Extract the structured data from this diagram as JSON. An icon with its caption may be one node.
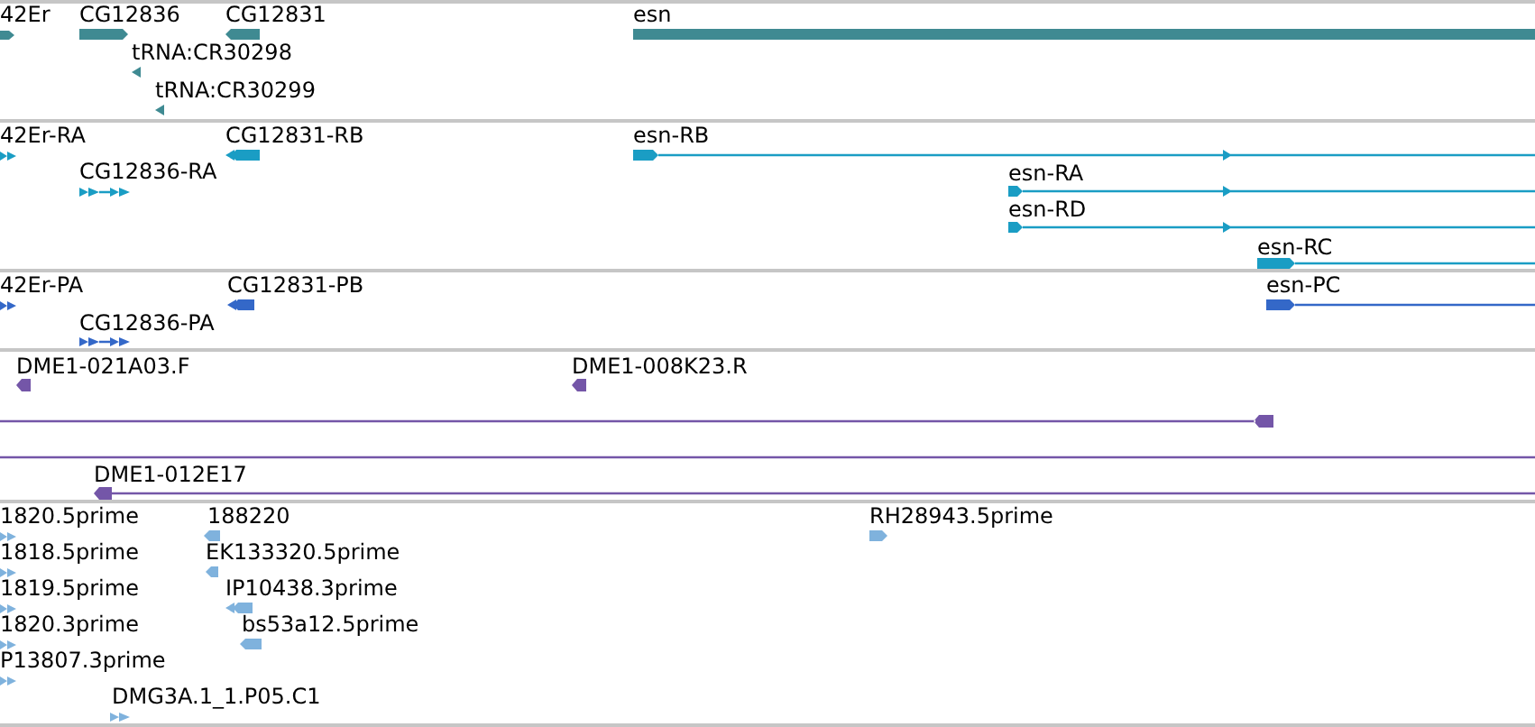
{
  "diagram": {
    "labels": [
      "42Er",
      "CG12836",
      "CG12831",
      "esn",
      "tRNA:CR30298",
      "tRNA:CR30299",
      "42Er-RA",
      "CG12831-RB",
      "esn-RB",
      "CG12836-RA",
      "esn-RA",
      "esn-RD",
      "esn-RC",
      "42Er-PA",
      "CG12831-PB",
      "esn-PC",
      "CG12836-PA",
      "DME1-021A03.F",
      "DME1-008K23.R",
      "DME1-012E17",
      "1820.5prime",
      "188220",
      "RH28943.5prime",
      "1818.5prime",
      "EK133320.5prime",
      "1819.5prime",
      "IP10438.3prime",
      "1820.3prime",
      "bs53a12.5prime",
      "P13807.3prime",
      "DMG3A.1_1.P05.C1"
    ]
  }
}
